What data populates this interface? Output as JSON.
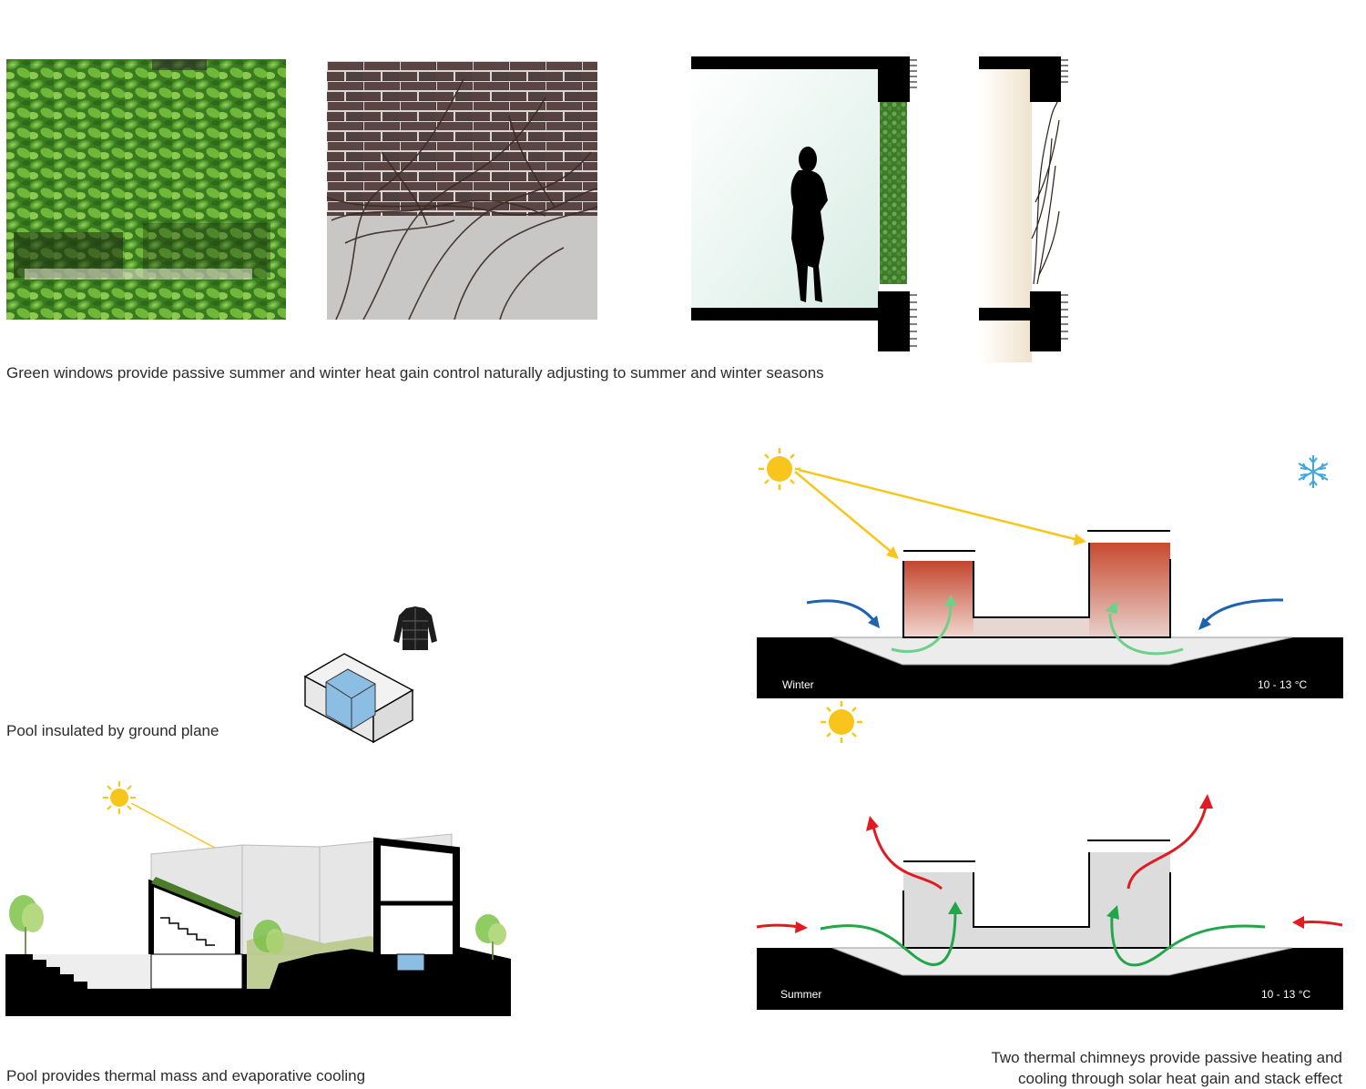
{
  "captions": {
    "green_windows": "Green windows provide passive summer and winter heat gain control naturally adjusting to summer and winter seasons",
    "pool_insulated": "Pool insulated by ground plane",
    "pool_thermal": "Pool provides thermal mass and evaporative cooling",
    "chimneys_line1": "Two thermal chimneys provide passive heating and",
    "chimneys_line2": "cooling through solar heat gain and stack effect"
  },
  "winter_diagram": {
    "season": "Winter",
    "temperature": "10 - 13  °C"
  },
  "summer_diagram": {
    "season": "Summer",
    "temperature": "10 - 13  °C"
  },
  "icons": {
    "sun": "sun-icon",
    "snowflake": "snowflake-icon",
    "jacket": "jacket-icon",
    "pool_box": "pool-axonometric-icon"
  },
  "colors": {
    "ivy_green": "#4f9a2c",
    "sun_yellow": "#f7c51b",
    "warm_red": "#c2462e",
    "cool_blue": "#1d63b0",
    "air_green": "#22a64a",
    "exhaust_red": "#e11b22",
    "pool_blue": "#8cbde3",
    "ground_black": "#000000"
  }
}
